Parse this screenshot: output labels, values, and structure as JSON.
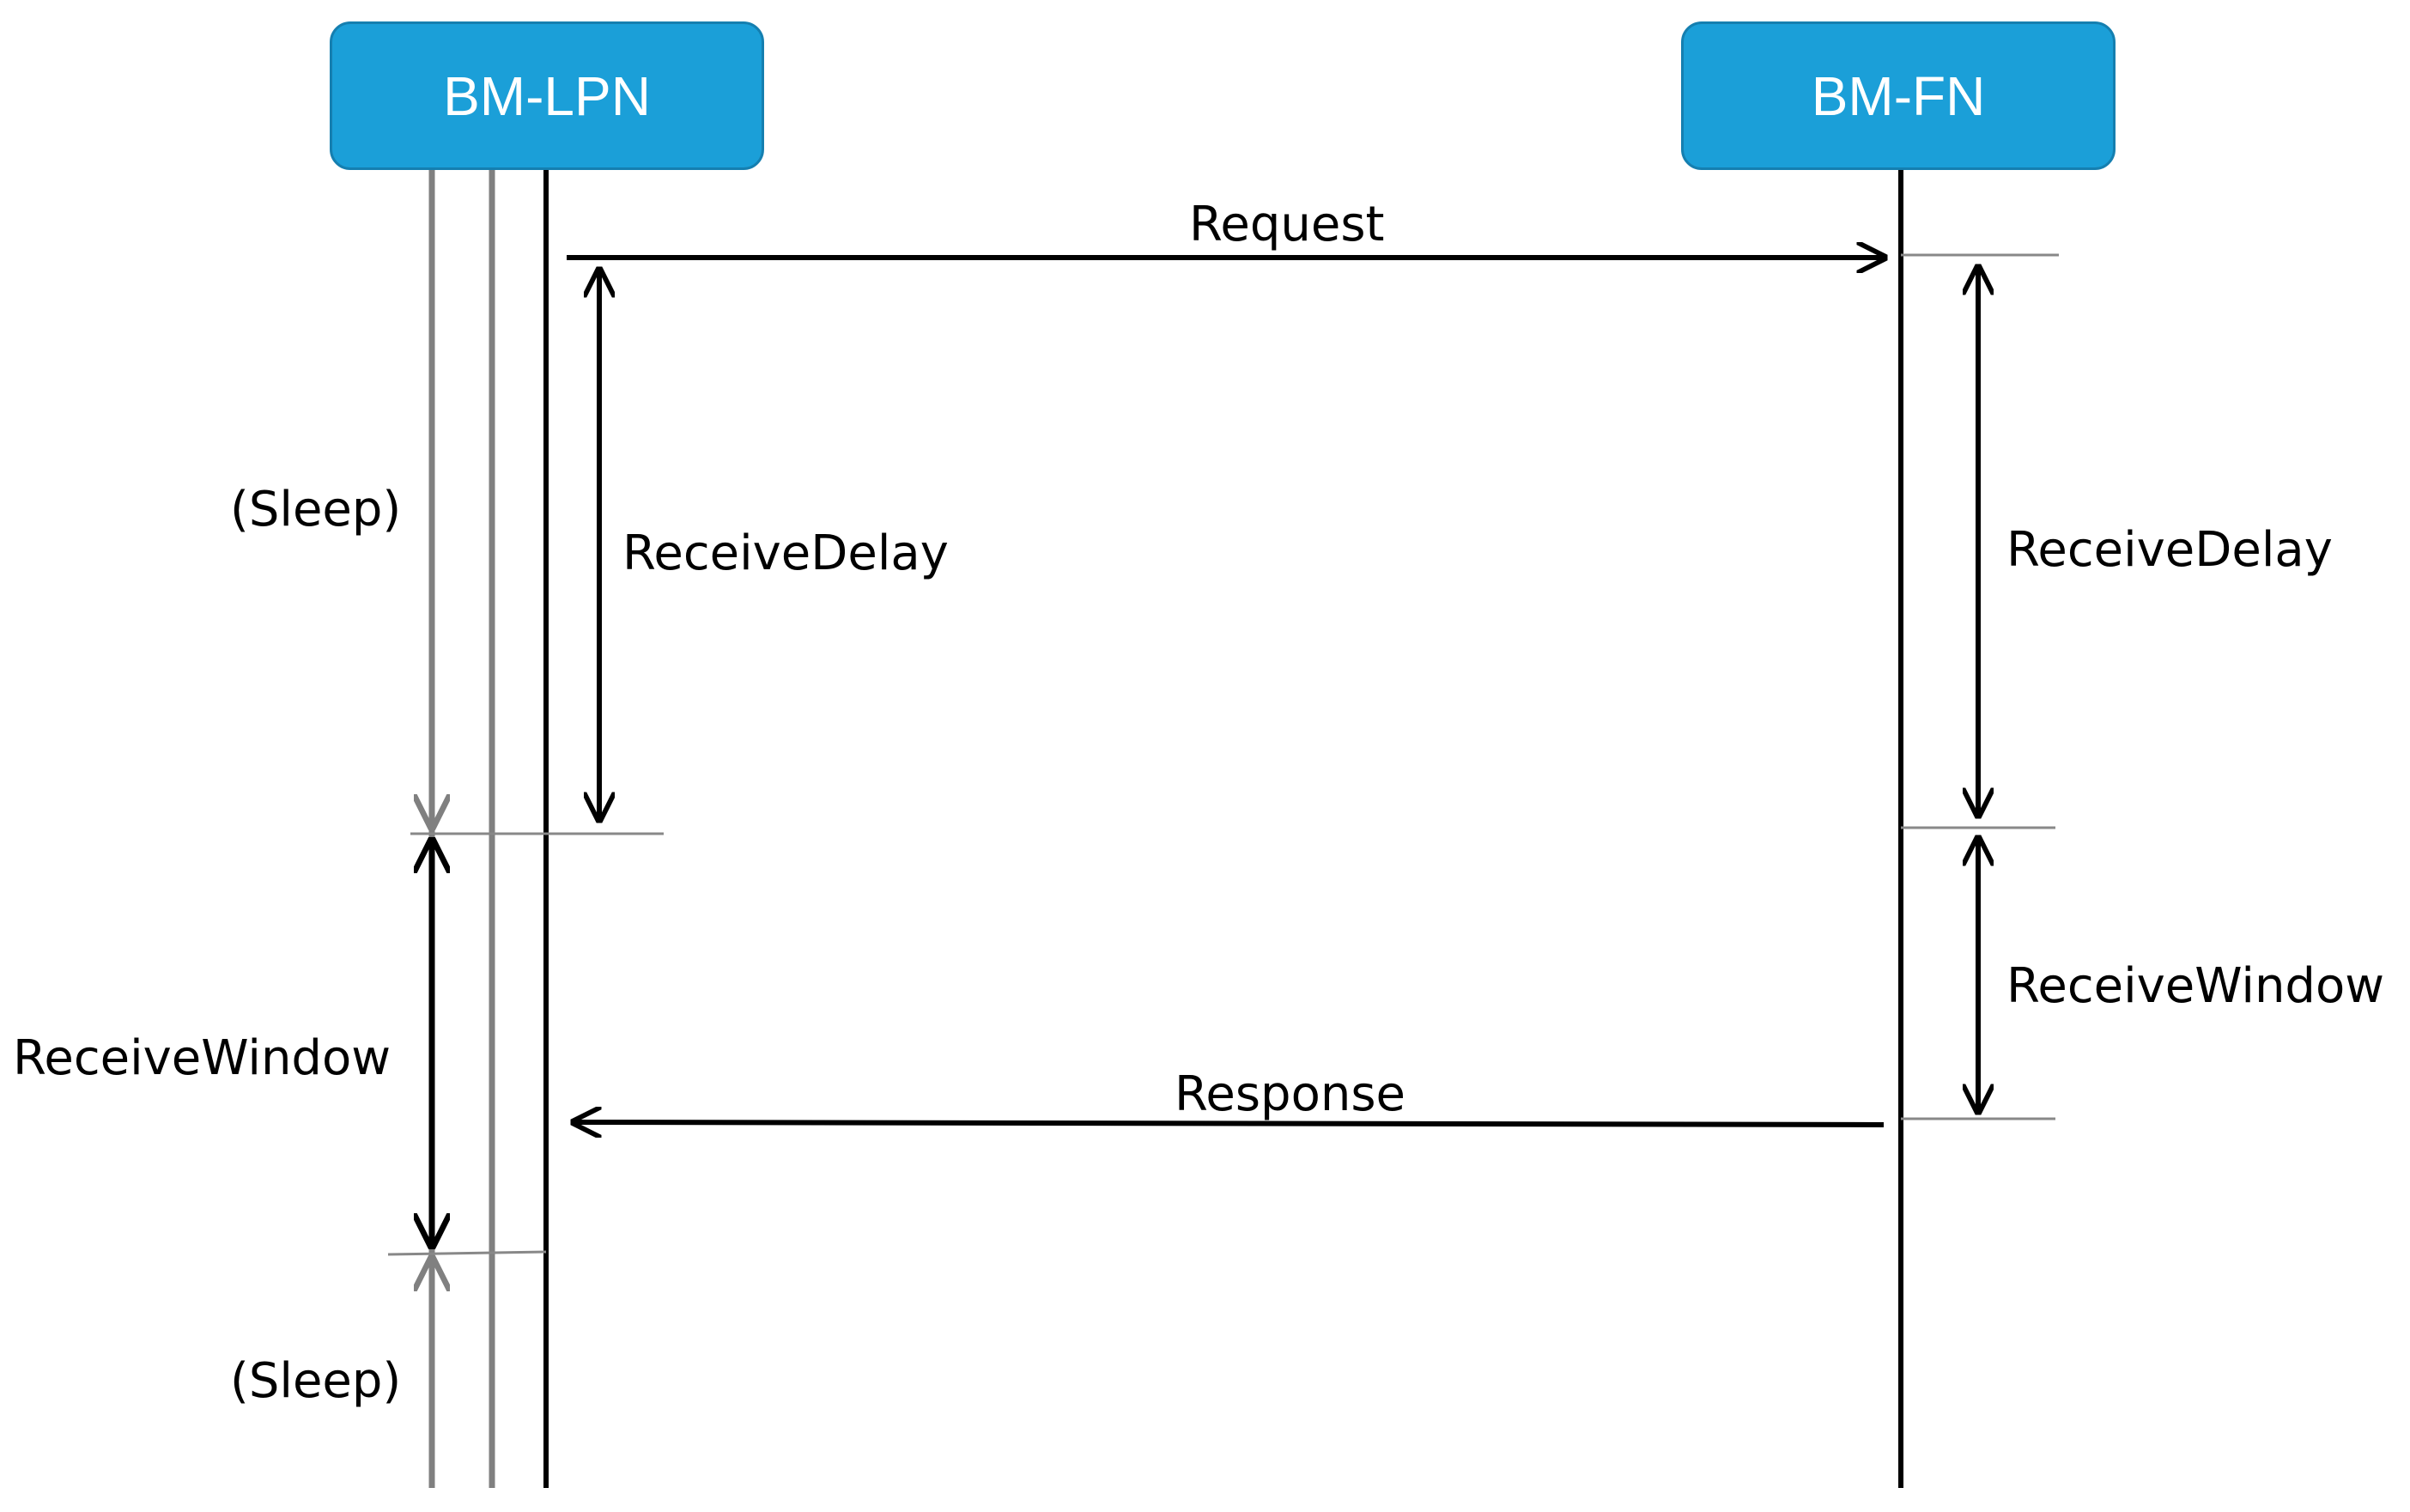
{
  "actors": {
    "lpn": {
      "label": "BM-LPN"
    },
    "fn": {
      "label": "BM-FN"
    }
  },
  "messages": {
    "request": "Request",
    "response": "Response"
  },
  "lpn_timeline": {
    "sleep_top": "(Sleep)",
    "receive_delay": "ReceiveDelay",
    "receive_window": "ReceiveWindow",
    "sleep_bottom": "(Sleep)"
  },
  "fn_timeline": {
    "receive_delay": "ReceiveDelay",
    "receive_window": "ReceiveWindow"
  },
  "colors": {
    "actor_fill": "#1b9fd8",
    "actor_border": "#157fb0",
    "actor_text": "#ffffff",
    "line": "#000000",
    "sleep_line": "#808080",
    "tick_line": "#888888"
  }
}
